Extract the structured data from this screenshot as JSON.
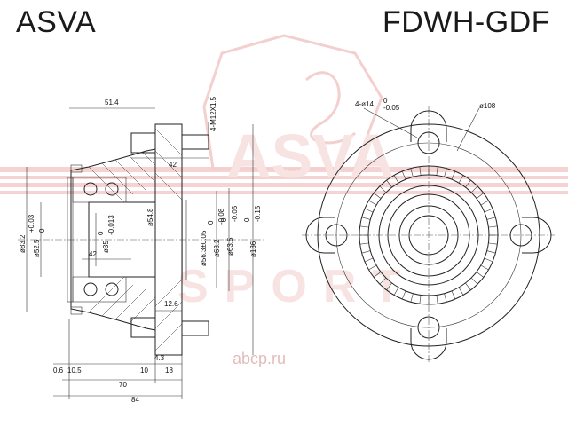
{
  "header": {
    "brand": "ASVA",
    "part_number": "FDWH-GDF"
  },
  "watermark": {
    "brand_text": "ASVA",
    "sport_text": "SPORT",
    "site_text": "аbcp.ru",
    "color": "#f2c5c5"
  },
  "side_view": {
    "dims": {
      "flange_width": "51.4",
      "bolt_thread": "4-M12X1.5",
      "stud_42": "42",
      "d_83": "ø83.2",
      "d_52": "ø52.5",
      "d_52_tol": "+0.03",
      "d_52_tol2": "0",
      "d_35": "ø35",
      "d_35_tol": "0",
      "d_35_tol2": "-0.013",
      "inner_42": "42",
      "d_54": "ø54.8",
      "d_56": "ø56.3±0.05",
      "d_63_2": "ø63.2",
      "d_63_2_tol": "0",
      "d_63_2_tol2": "-0.08",
      "d_63_5": "ø63.5",
      "d_63_5_tol": "0",
      "d_63_5_tol2": "-0.05",
      "d_136": "ø136",
      "d_136_tol": "0",
      "d_136_tol2": "-0.15",
      "flange_12_6": "12.6",
      "b_0_6": "0.6",
      "b_10_5": "10.5",
      "b_10": "10",
      "b_4_3": "4.3",
      "b_18": "18",
      "b_70": "70",
      "b_84": "84"
    }
  },
  "front_view": {
    "dims": {
      "holes": "4-ø14",
      "holes_tol": "0",
      "holes_tol2": "-0.05",
      "pcd": "ø108"
    }
  }
}
